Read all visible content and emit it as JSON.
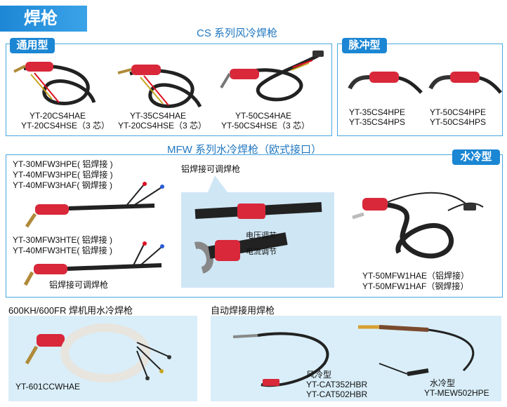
{
  "header": {
    "title": "焊枪"
  },
  "cs": {
    "title": "CS 系列风冷焊枪",
    "general_tag": "通用型",
    "pulse_tag": "脉冲型",
    "m1a": "YT-20CS4HAE",
    "m1b": "YT-20CS4HSE（3 芯）",
    "m2a": "YT-35CS4HAE",
    "m2b": "YT-20CS4HSE（3 芯）",
    "m3a": "YT-50CS4HAE",
    "m3b": "YT-50CS4HSE（3 芯）",
    "p1a": "YT-35CS4HPE",
    "p1b": "YT-35CS4HPS",
    "p2a": "YT-50CS4HPE",
    "p2b": "YT-50CS4HPS"
  },
  "mfw": {
    "title": "MFW 系列水冷焊枪（欧式接口）",
    "water_tag": "水冷型",
    "g1": [
      "YT-30MFW3HPE( 铝焊接 )",
      "YT-40MFW3HPE( 铝焊接 )",
      "YT-40MFW3HAF( 钢焊接 )"
    ],
    "g2": [
      "YT-30MFW3HTE( 铝焊接 )",
      "YT-40MFW3HTE( 铝焊接 )"
    ],
    "adjust_label": "铝焊接可调焊枪",
    "callout_title": "铝焊接可调焊枪",
    "voltage": "电压调节",
    "current": "电流调节",
    "w1": "YT-50MFW1HAE（铝焊接）",
    "w2": "YT-50MFW1HAF（钢焊接）"
  },
  "kh": {
    "title": "600KH/600FR 焊机用水冷焊枪",
    "model": "YT-601CCWHAE"
  },
  "auto": {
    "title": "自动焊接用焊枪",
    "air_type": "风冷型",
    "air1": "YT-CAT352HBR",
    "air2": "YT-CAT502HBR",
    "water_type": "水冷型",
    "water1": "YT-MEW502HPE"
  },
  "colors": {
    "accent": "#1b86d3",
    "frame": "#4aa6e0",
    "panel": "#d9eef8",
    "handle": "#d8283a"
  }
}
